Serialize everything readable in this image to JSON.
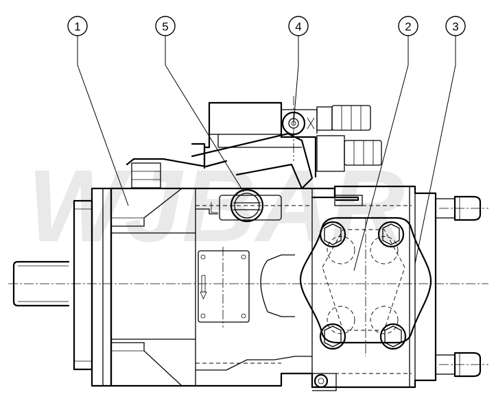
{
  "drawing": {
    "callouts": [
      {
        "number": "1"
      },
      {
        "number": "5"
      },
      {
        "number": "4"
      },
      {
        "number": "2"
      },
      {
        "number": "3"
      }
    ],
    "watermark": "WJBAR"
  },
  "colors": {
    "line": "#000000",
    "background": "#ffffff",
    "watermark": "#e9e9e9"
  }
}
